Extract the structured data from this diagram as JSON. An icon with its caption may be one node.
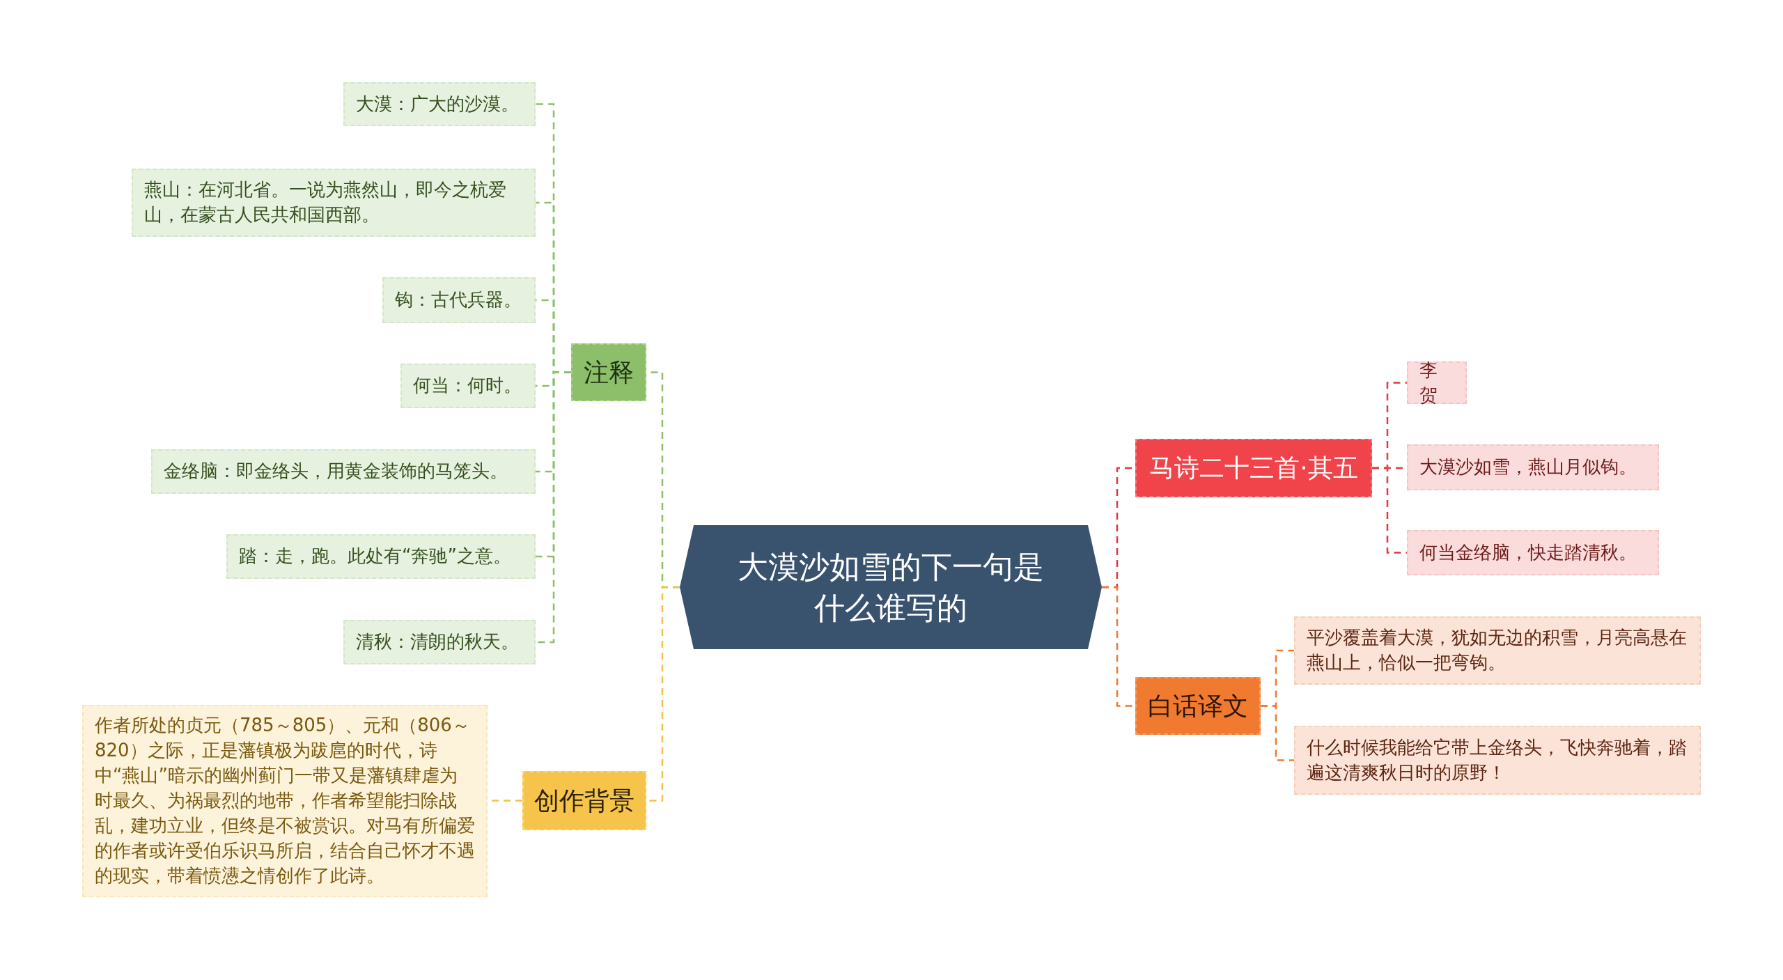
{
  "diagram": {
    "nodes": [
      {
        "text": [
          "大漠沙如雪的下一句是什么谁写的"
        ]
      },
      {
        "text": [
          "注释"
        ]
      },
      {
        "text": [
          "大漠：广大的沙漠。"
        ]
      },
      {
        "text": [
          "燕山：在河北省。一说为燕然山，即今之杭爱山，在蒙古人民共和国西部。"
        ]
      },
      {
        "text": [
          "钩：古代兵器。"
        ]
      },
      {
        "text": [
          "何当：何时。"
        ]
      },
      {
        "text": [
          "金络脑：即金络头，用黄金装饰的马笼头。"
        ]
      },
      {
        "text": [
          "踏：走，跑。此处有“奔驰”之意。"
        ]
      },
      {
        "text": [
          "清秋：清朗的秋天。"
        ]
      },
      {
        "text": [
          "创作背景"
        ]
      },
      {
        "text": [
          "作者所处的贞元（785～805）、元和（806～820）之际，正是藩镇极为跋扈的时代，诗中“燕山”暗示的幽州蓟门一带又是藩镇肆虐为时最久、为祸最烈的地带，作者希望能扫除战乱，建功立业，但终是不被赏识。对马有所偏爱的作者或许受伯乐识马所启，结合自己怀才不遇的现实，带着愤懑之情创作了此诗。"
        ]
      },
      {
        "text": [
          "马诗二十三首·其五"
        ]
      },
      {
        "text": [
          "李贺"
        ]
      },
      {
        "text": [
          "大漠沙如雪，燕山月似钩。"
        ]
      },
      {
        "text": [
          "何当金络脑，快走踏清秋。"
        ]
      },
      {
        "text": [
          "白话译文"
        ]
      },
      {
        "text": [
          "平沙覆盖着大漠，犹如无边的积雪，月亮高悬在燕山上，恰似一把弯钩。"
        ]
      },
      {
        "text": [
          "什么时候我能给它带上金络头，飞快奔驰着，踏遍这清爽秋日时的原野！"
        ]
      }
    ],
    "edges": [
      {
        "from": 0,
        "to": 1,
        "arrow": "none",
        "style": "dashed",
        "color": "#8dbf6a"
      },
      {
        "from": 1,
        "to": 2,
        "arrow": "none",
        "style": "dashed",
        "color": "#8dbf6a"
      },
      {
        "from": 1,
        "to": 3,
        "arrow": "none",
        "style": "dashed",
        "color": "#8dbf6a"
      },
      {
        "from": 1,
        "to": 4,
        "arrow": "none",
        "style": "dashed",
        "color": "#8dbf6a"
      },
      {
        "from": 1,
        "to": 5,
        "arrow": "none",
        "style": "dashed",
        "color": "#8dbf6a"
      },
      {
        "from": 1,
        "to": 6,
        "arrow": "none",
        "style": "dashed",
        "color": "#8dbf6a"
      },
      {
        "from": 1,
        "to": 7,
        "arrow": "none",
        "style": "dashed",
        "color": "#8dbf6a"
      },
      {
        "from": 1,
        "to": 8,
        "arrow": "none",
        "style": "dashed",
        "color": "#8dbf6a"
      },
      {
        "from": 0,
        "to": 9,
        "arrow": "none",
        "style": "dashed",
        "color": "#f2c14a"
      },
      {
        "from": 9,
        "to": 10,
        "arrow": "none",
        "style": "dashed",
        "color": "#f2c14a"
      },
      {
        "from": 0,
        "to": 11,
        "arrow": "none",
        "style": "dashed",
        "color": "#e0393f"
      },
      {
        "from": 11,
        "to": 12,
        "arrow": "none",
        "style": "dashed",
        "color": "#e0393f"
      },
      {
        "from": 11,
        "to": 13,
        "arrow": "none",
        "style": "dashed",
        "color": "#e0393f"
      },
      {
        "from": 11,
        "to": 14,
        "arrow": "none",
        "style": "dashed",
        "color": "#e0393f"
      },
      {
        "from": 0,
        "to": 15,
        "arrow": "none",
        "style": "dashed",
        "color": "#ef7a30"
      },
      {
        "from": 15,
        "to": 16,
        "arrow": "none",
        "style": "dashed",
        "color": "#ef7a30"
      },
      {
        "from": 15,
        "to": 17,
        "arrow": "none",
        "style": "dashed",
        "color": "#ef7a30"
      }
    ]
  }
}
